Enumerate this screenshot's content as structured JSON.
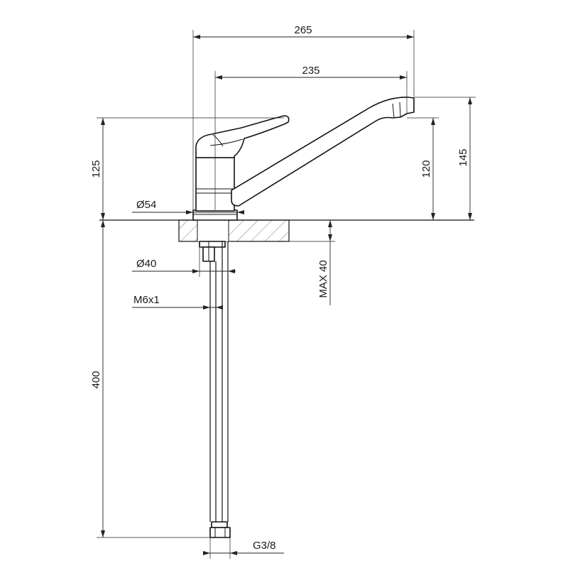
{
  "dimensions": {
    "width_overall": "265",
    "width_spout": "235",
    "height_body": "125",
    "height_outlet": "120",
    "height_overall": "145",
    "base_diameter": "Ø54",
    "shank_diameter": "Ø40",
    "stud_thread": "M6x1",
    "max_counter_thickness": "MAX 40",
    "hose_length": "400",
    "hose_connection": "G3/8"
  },
  "colors": {
    "line": "#111111",
    "hatch": "#555555",
    "background": "#ffffff"
  }
}
